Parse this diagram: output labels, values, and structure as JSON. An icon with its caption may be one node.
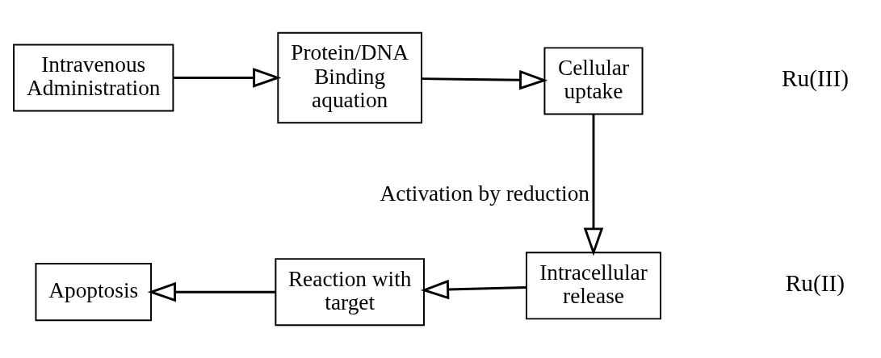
{
  "diagram": {
    "nodes": [
      {
        "text": [
          "Intravenous Administration"
        ]
      },
      {
        "text": [
          "Protein/DNA Binding aquation"
        ]
      },
      {
        "text": [
          "Cellular uptake"
        ]
      },
      {
        "text": [
          "Intracellular release"
        ]
      },
      {
        "text": [
          "Reaction with target"
        ]
      },
      {
        "text": [
          "Apoptosis"
        ]
      }
    ],
    "edges": [
      {
        "from": 0,
        "to": 1,
        "arrow": "to"
      },
      {
        "from": 1,
        "to": 2,
        "arrow": "to"
      },
      {
        "from": 2,
        "to": 3,
        "arrow": "to",
        "label": "Activation by reduction"
      },
      {
        "from": 3,
        "to": 4,
        "arrow": "to"
      },
      {
        "from": 4,
        "to": 5,
        "arrow": "to"
      }
    ],
    "labels": [
      "Ru(III)",
      "Ru(II)"
    ]
  }
}
